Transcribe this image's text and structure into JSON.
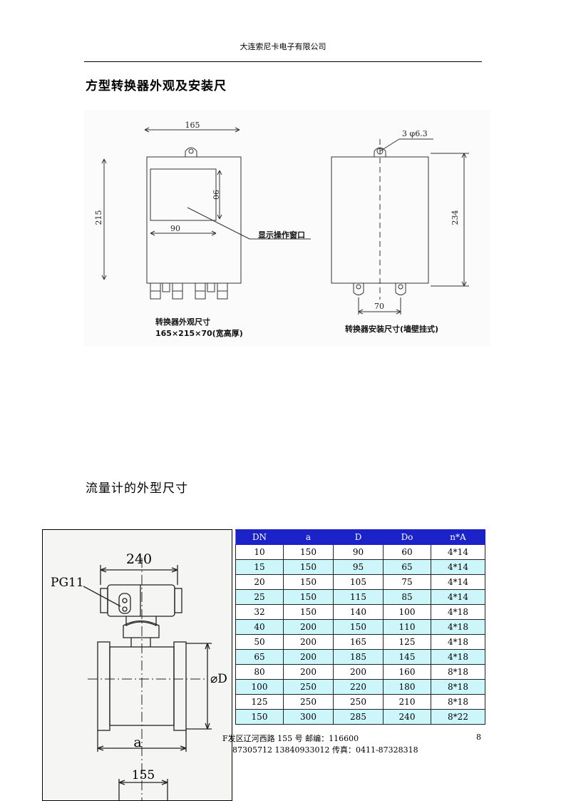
{
  "header": {
    "company": "大连索尼卡电子有限公司"
  },
  "section1": {
    "title": "方型转换器外观及安装尺"
  },
  "figure1": {
    "left": {
      "dim_width": "165",
      "dim_height": "215",
      "dim_window_h": "90",
      "dim_window_w": "90",
      "window_label": "显示操作窗口",
      "caption_line1": "转换器外观尺寸",
      "caption_line2": "165×215×70(宽高厚)"
    },
    "right": {
      "dim_holes": "3 φ6.3",
      "dim_height": "234",
      "dim_spacing": "70",
      "caption": "转换器安装尺寸(墙壁挂式)"
    }
  },
  "section2": {
    "title": "流量计的外型尺寸"
  },
  "figure2": {
    "dim_top": "240",
    "label_pg": "PG11",
    "label_d": "⌀D",
    "label_a": "a",
    "dim_bottom": "155"
  },
  "table": {
    "headers": [
      "DN",
      "a",
      "D",
      "Do",
      "n*A"
    ],
    "rows": [
      [
        "10",
        "150",
        "90",
        "60",
        "4*14"
      ],
      [
        "15",
        "150",
        "95",
        "65",
        "4*14"
      ],
      [
        "20",
        "150",
        "105",
        "75",
        "4*14"
      ],
      [
        "25",
        "150",
        "115",
        "85",
        "4*14"
      ],
      [
        "32",
        "150",
        "140",
        "100",
        "4*18"
      ],
      [
        "40",
        "200",
        "150",
        "110",
        "4*18"
      ],
      [
        "50",
        "200",
        "165",
        "125",
        "4*18"
      ],
      [
        "65",
        "200",
        "185",
        "145",
        "4*18"
      ],
      [
        "80",
        "200",
        "200",
        "160",
        "8*18"
      ],
      [
        "100",
        "250",
        "220",
        "180",
        "8*18"
      ],
      [
        "125",
        "250",
        "250",
        "210",
        "8*18"
      ],
      [
        "150",
        "300",
        "285",
        "240",
        "8*22"
      ]
    ]
  },
  "footer": {
    "line1": "F发区辽河西路 155 号  邮编：116600",
    "line2": "87305712    13840933012    传真：0411-87328318",
    "page_number": "8"
  }
}
